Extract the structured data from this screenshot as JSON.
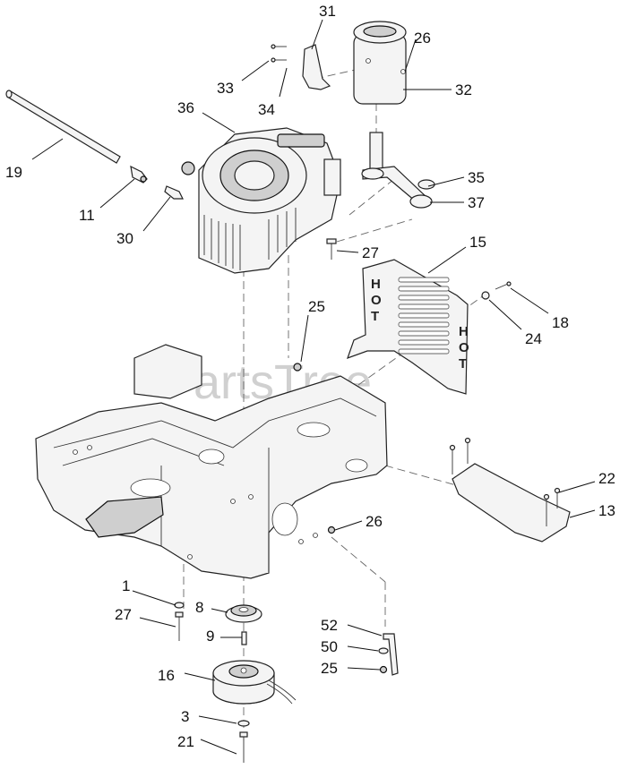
{
  "watermark": "PartsTree",
  "guard_stencil": [
    "H",
    "O",
    "T"
  ],
  "callouts": [
    {
      "id": "31",
      "label": "31"
    },
    {
      "id": "26a",
      "label": "26"
    },
    {
      "id": "33",
      "label": "33"
    },
    {
      "id": "34",
      "label": "34"
    },
    {
      "id": "32",
      "label": "32"
    },
    {
      "id": "36",
      "label": "36"
    },
    {
      "id": "19",
      "label": "19"
    },
    {
      "id": "11",
      "label": "11"
    },
    {
      "id": "30",
      "label": "30"
    },
    {
      "id": "35",
      "label": "35"
    },
    {
      "id": "37",
      "label": "37"
    },
    {
      "id": "27a",
      "label": "27"
    },
    {
      "id": "15",
      "label": "15"
    },
    {
      "id": "25a",
      "label": "25"
    },
    {
      "id": "18",
      "label": "18"
    },
    {
      "id": "24",
      "label": "24"
    },
    {
      "id": "22",
      "label": "22"
    },
    {
      "id": "13",
      "label": "13"
    },
    {
      "id": "26b",
      "label": "26"
    },
    {
      "id": "1",
      "label": "1"
    },
    {
      "id": "8",
      "label": "8"
    },
    {
      "id": "27b",
      "label": "27"
    },
    {
      "id": "9",
      "label": "9"
    },
    {
      "id": "52",
      "label": "52"
    },
    {
      "id": "50",
      "label": "50"
    },
    {
      "id": "25b",
      "label": "25"
    },
    {
      "id": "16",
      "label": "16"
    },
    {
      "id": "3",
      "label": "3"
    },
    {
      "id": "21",
      "label": "21"
    }
  ]
}
